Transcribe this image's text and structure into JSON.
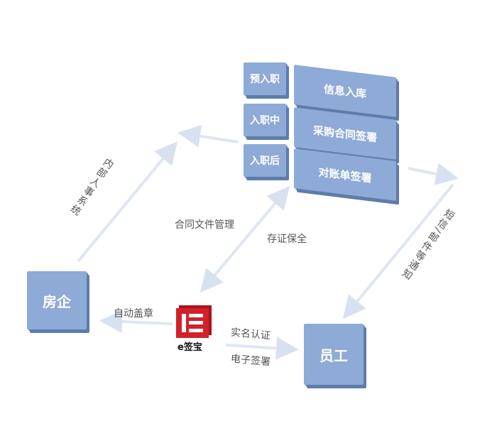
{
  "stages": [
    {
      "stage": "预入职",
      "task": "信息入库"
    },
    {
      "stage": "入职中",
      "task": "采购合同签署"
    },
    {
      "stage": "入职后",
      "task": "对账单签署"
    }
  ],
  "nodes": {
    "company": "房企",
    "employee": "员工"
  },
  "logo": {
    "text": "e签宝",
    "color": "#d4202a"
  },
  "labels": {
    "hr_system": "内部人事系统",
    "notify": "短信/邮件等通知",
    "contract_mgmt": "合同文件管理",
    "evidence": "存证保全",
    "auto_seal": "自动盖章",
    "realname": "实名认证",
    "esign": "电子签署"
  }
}
